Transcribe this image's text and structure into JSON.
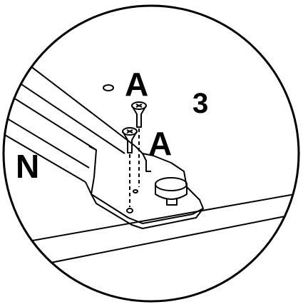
{
  "labels": {
    "part_a_top": "A",
    "part_a_lower": "A",
    "step_number": "3",
    "part_n": "N"
  },
  "colors": {
    "ink": "#000000",
    "background": "#ffffff"
  }
}
